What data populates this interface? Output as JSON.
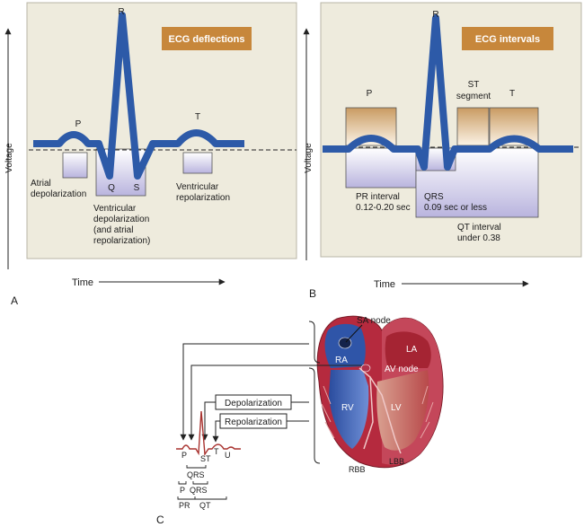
{
  "panel_a": {
    "letter": "A",
    "badge": "ECG deflections",
    "y_axis": "Voltage",
    "x_axis": "Time",
    "labels": {
      "p": "P",
      "q": "Q",
      "r": "R",
      "s": "S",
      "t": "T",
      "atrial_1": "Atrial",
      "atrial_2": "depolarization",
      "vent_1": "Ventricular",
      "vent_2": "depolarization",
      "vent_3": "(and atrial",
      "vent_4": "repolarization)",
      "vrep_1": "Ventricular",
      "vrep_2": "repolarization"
    }
  },
  "panel_b": {
    "letter": "B",
    "badge": "ECG intervals",
    "y_axis": "Voltage",
    "x_axis": "Time",
    "labels": {
      "p": "P",
      "r": "R",
      "t": "T",
      "st_1": "ST",
      "st_2": "segment",
      "pr_1": "PR interval",
      "pr_2": "0.12-0.20 sec",
      "qrs_1": "QRS",
      "qrs_2": "0.09 sec or less",
      "qt_1": "QT interval",
      "qt_2": "under 0.38"
    }
  },
  "panel_c": {
    "letter": "C",
    "labels": {
      "sa_node": "SA node",
      "av_node": "AV node",
      "ra": "RA",
      "la": "LA",
      "rv": "RV",
      "lv": "LV",
      "rbb": "RBB",
      "lbb": "LBB",
      "depol": "Depolarization",
      "repol": "Repolarization",
      "p": "P",
      "st": "ST",
      "t": "T",
      "u": "U",
      "qrs": "QRS",
      "p2": "P",
      "qrs2": "QRS",
      "pr": "PR",
      "qt": "QT"
    }
  },
  "colors": {
    "panel_bg": "#eeebdd",
    "ecg_line": "#2d5aa8",
    "badge_bg": "#c7873b",
    "box_purple": "#cfcbe6",
    "box_tan": "#e2cfae",
    "heart_red": "#b52a3e",
    "heart_blue": "#3a5fb0",
    "trace_red": "#a8322f"
  }
}
